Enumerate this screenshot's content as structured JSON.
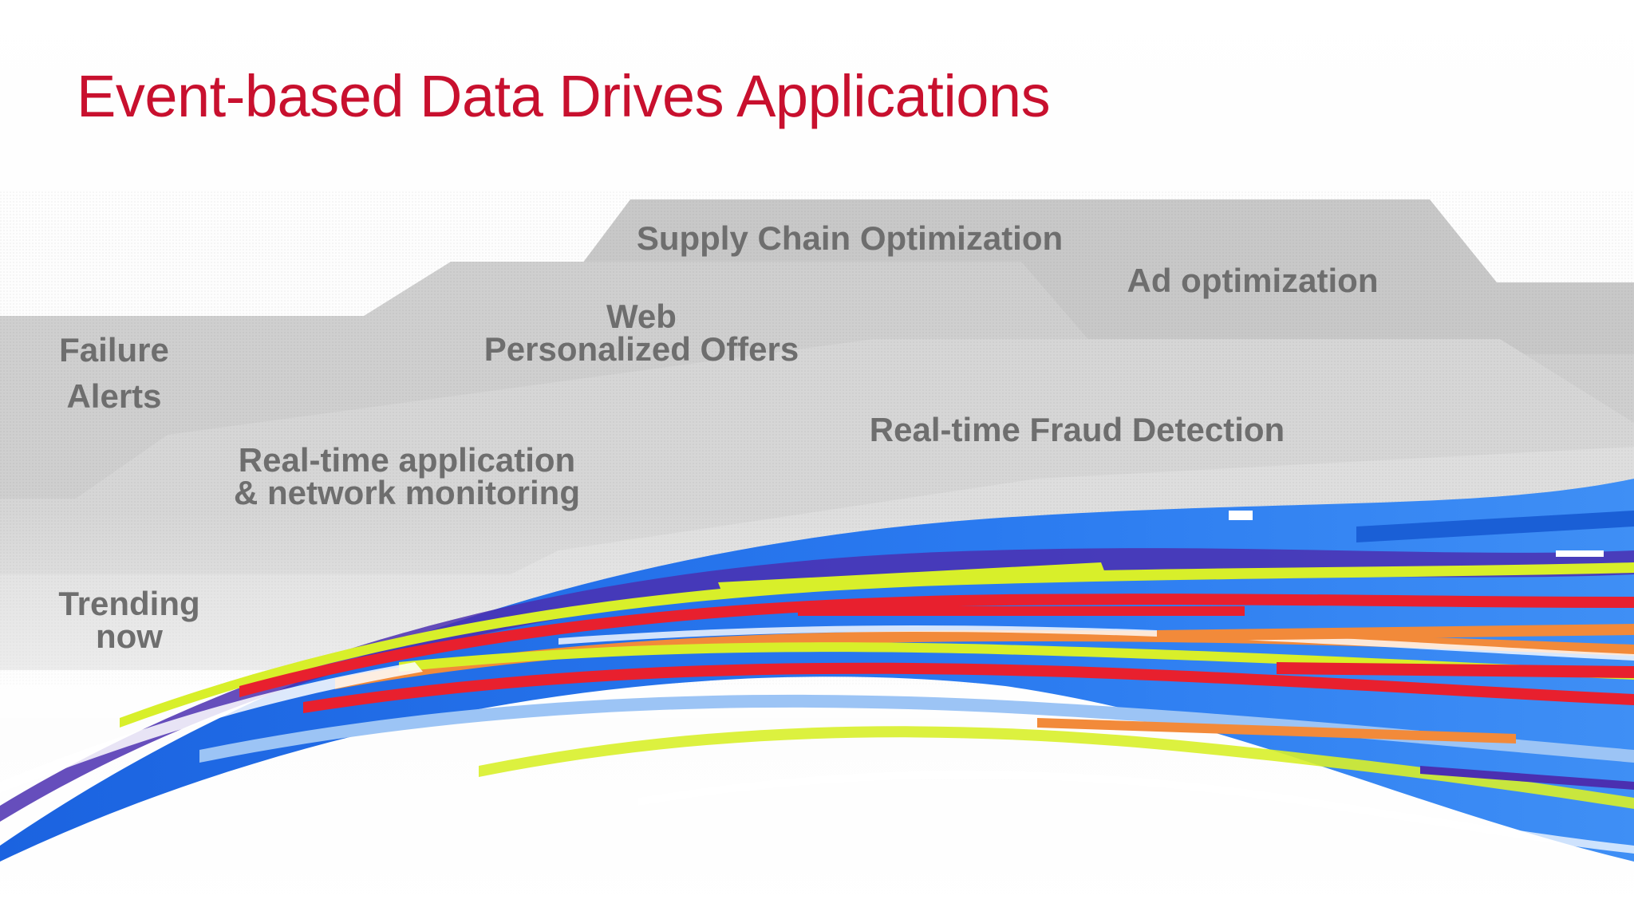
{
  "slide": {
    "title": "Event-based Data Drives Applications"
  },
  "labels": {
    "failure": "Failure",
    "alerts": "Alerts",
    "trending_line1": "Trending",
    "trending_line2": "now",
    "monitoring_line1": "Real-time application",
    "monitoring_line2": "& network monitoring",
    "web_line1": "Web",
    "web_line2": "Personalized Offers",
    "supply_chain": "Supply Chain Optimization",
    "ad_optimization": "Ad optimization",
    "fraud_detection": "Real-time Fraud Detection"
  },
  "colors": {
    "title": "#c8102e",
    "label_text": "#6e6e6e",
    "stream_blue": "#1a5fd6",
    "stream_red": "#e8202e",
    "stream_yellow": "#d8ef2a",
    "stream_orange": "#f28a3a",
    "stream_purple": "#4b2fb0",
    "stream_light": "#9cc4f5"
  }
}
